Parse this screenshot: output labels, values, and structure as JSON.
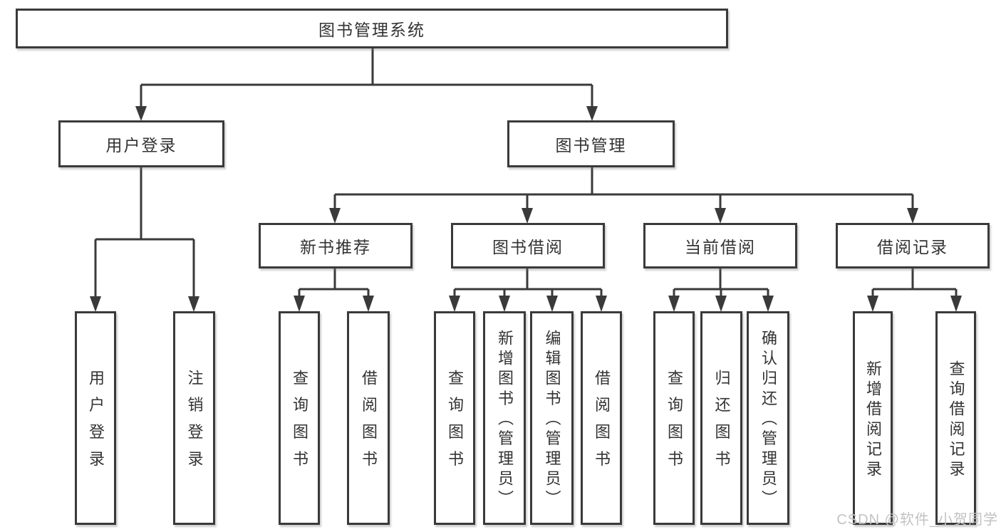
{
  "watermark": "CSDN @软件_小贺同学",
  "colors": {
    "line": "#3a3a3a",
    "box_border": "#3a3a3a",
    "text": "#333333",
    "watermark": "#c2c2c2",
    "background": "#ffffff"
  },
  "tree": {
    "root": "图书管理系统",
    "branches": [
      {
        "label": "用户登录",
        "children": [
          "用户登录",
          "注销登录"
        ]
      },
      {
        "label": "图书管理",
        "children": [
          {
            "label": "新书推荐",
            "children": [
              "查询图书",
              "借阅图书"
            ]
          },
          {
            "label": "图书借阅",
            "children": [
              "查询图书",
              "新增图书（管理员）",
              "编辑图书（管理员）",
              "借阅图书"
            ]
          },
          {
            "label": "当前借阅",
            "children": [
              "查询图书",
              "归还图书",
              "确认归还（管理员）"
            ]
          },
          {
            "label": "借阅记录",
            "children": [
              "新增借阅记录",
              "查询借阅记录"
            ]
          }
        ]
      }
    ]
  }
}
